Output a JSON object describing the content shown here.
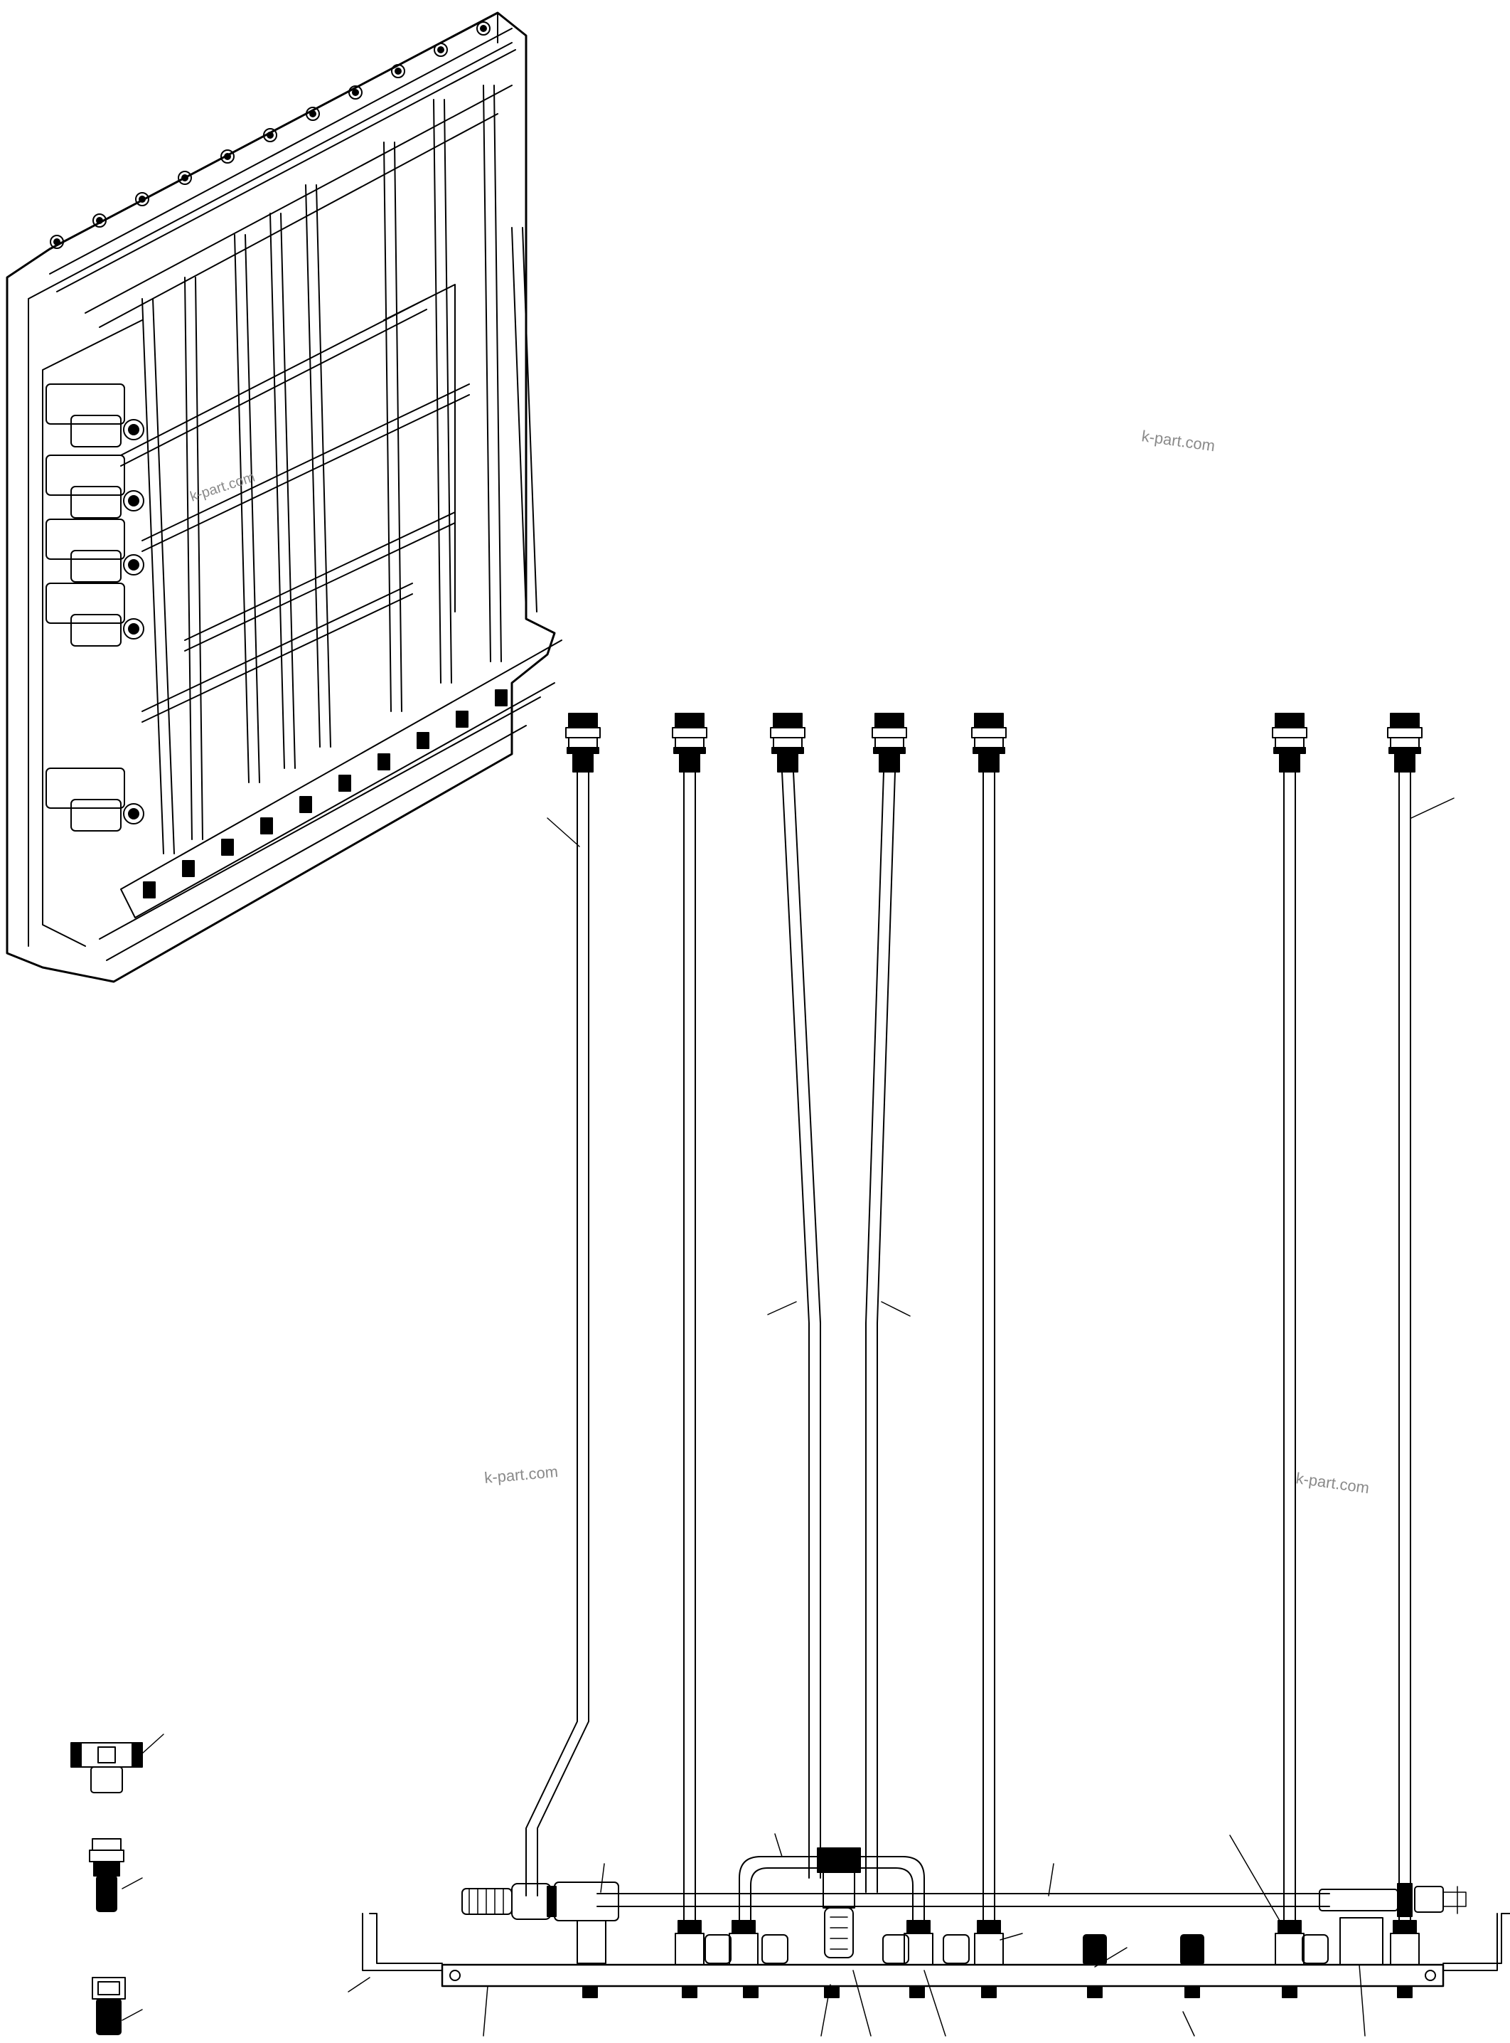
{
  "diagram": {
    "watermarks": [
      "k-part.com",
      "k-part.com",
      "k-part.com",
      "k-part.com"
    ],
    "colors": {
      "line": "#000000",
      "background": "#ffffff",
      "watermark": "#8a8a8a"
    },
    "panel": {
      "name": "valve-panel-assembly",
      "solenoid_count": 5
    },
    "pipes": {
      "count": 7,
      "fitting_type": "bulkhead-connector"
    },
    "detail_parts": [
      "tee-fitting-icon",
      "bulkhead-union-icon",
      "plug-icon"
    ]
  }
}
